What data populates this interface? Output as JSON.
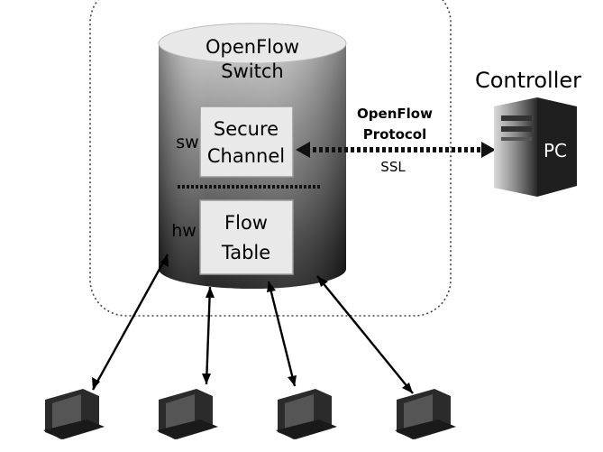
{
  "switch": {
    "title_line1": "OpenFlow",
    "title_line2": "Switch",
    "sw_label": "sw",
    "hw_label": "hw",
    "secure_channel_line1": "Secure",
    "secure_channel_line2": "Channel",
    "flow_table_line1": "Flow",
    "flow_table_line2": "Table"
  },
  "link": {
    "protocol_line1": "OpenFlow",
    "protocol_line2": "Protocol",
    "transport": "SSL"
  },
  "controller": {
    "title": "Controller",
    "badge": "PC"
  },
  "hosts": [
    {
      "icon": "host-computer-icon"
    },
    {
      "icon": "host-computer-icon"
    },
    {
      "icon": "host-computer-icon"
    },
    {
      "icon": "host-computer-icon"
    }
  ]
}
